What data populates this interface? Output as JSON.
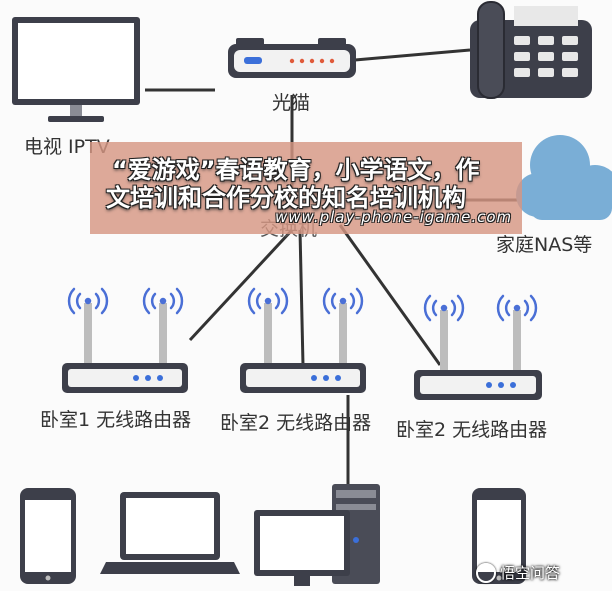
{
  "labels": {
    "modem": "光猫",
    "tv": "电视 IPTV",
    "nas": "家庭NAS等",
    "switch": "交换机",
    "router1": "卧室1 无线路由器",
    "router2": "卧室2 无线路由器",
    "router3": "卧室2 无线路由器"
  },
  "banner": {
    "line1": "“爱游戏”春语教育，小学语文，作",
    "line2": "文培训和合作分校的知名培训机构",
    "url": "www.play-phone-igame.com"
  },
  "watermark": {
    "text": "悟空问答"
  },
  "colors": {
    "device_body": "#3d3f4a",
    "screen": "#ffffff",
    "cloud": "#7aaed6",
    "line": "#333333",
    "wifi": "#4a6fd6",
    "led": "#3b6fd9",
    "modem_led": "#e05a3a",
    "banner": "#d69682"
  },
  "icons": [
    "tv-icon",
    "modem-icon",
    "phone-icon",
    "cloud-icon",
    "router-icon",
    "wifi-icon",
    "smartphone-icon",
    "laptop-icon",
    "desktop-icon"
  ]
}
